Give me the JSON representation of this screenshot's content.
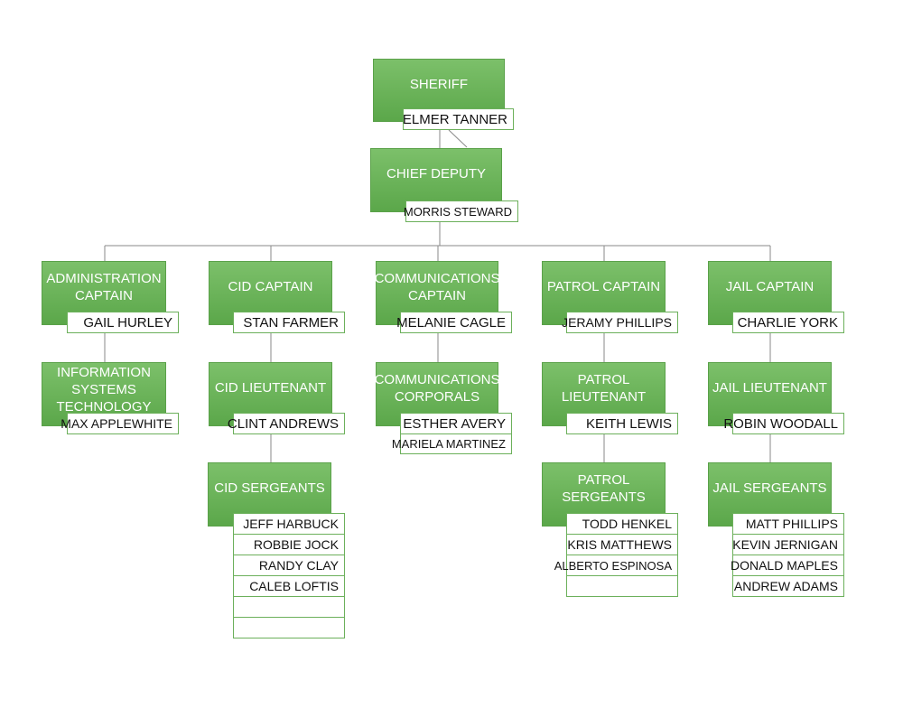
{
  "sheriff": {
    "title": "SHERIFF",
    "name": "ELMER TANNER"
  },
  "chief": {
    "title": "CHIEF DEPUTY",
    "name": "MORRIS STEWARD"
  },
  "admin": {
    "title": [
      "ADMINISTRATION",
      "CAPTAIN"
    ],
    "name": "GAIL HURLEY"
  },
  "ist": {
    "title": [
      "INFORMATION",
      "SYSTEMS",
      "TECHNOLOGY"
    ],
    "name": "MAX APPLEWHITE"
  },
  "cid": {
    "title": "CID CAPTAIN",
    "name": "STAN FARMER"
  },
  "cid_lt": {
    "title": "CID LIEUTENANT",
    "name": "CLINT ANDREWS"
  },
  "cid_sgts": {
    "title": "CID SERGEANTS",
    "names": [
      "JEFF HARBUCK",
      "ROBBIE JOCK",
      "RANDY CLAY",
      "CALEB LOFTIS",
      "",
      ""
    ]
  },
  "comm": {
    "title": [
      "COMMUNICATIONS",
      "CAPTAIN"
    ],
    "name": "MELANIE CAGLE"
  },
  "comm_corp": {
    "title": [
      "COMMUNICATIONS",
      "CORPORALS"
    ],
    "names": [
      "ESTHER AVERY",
      "MARIELA MARTINEZ"
    ]
  },
  "patrol": {
    "title": "PATROL CAPTAIN",
    "name": "JERAMY PHILLIPS"
  },
  "patrol_lt": {
    "title": [
      "PATROL",
      "LIEUTENANT"
    ],
    "name": "KEITH LEWIS"
  },
  "patrol_sgts": {
    "title": [
      "PATROL",
      "SERGEANTS"
    ],
    "names": [
      "TODD HENKEL",
      "KRIS MATTHEWS",
      "ALBERTO ESPINOSA",
      ""
    ]
  },
  "jail": {
    "title": "JAIL CAPTAIN",
    "name": "CHARLIE YORK"
  },
  "jail_lt": {
    "title": "JAIL LIEUTENANT",
    "name": "ROBIN WOODALL"
  },
  "jail_sgts": {
    "title": "JAIL SERGEANTS",
    "names": [
      "MATT PHILLIPS",
      "KEVIN JERNIGAN",
      "DONALD MAPLES",
      "ANDREW ADAMS"
    ]
  }
}
